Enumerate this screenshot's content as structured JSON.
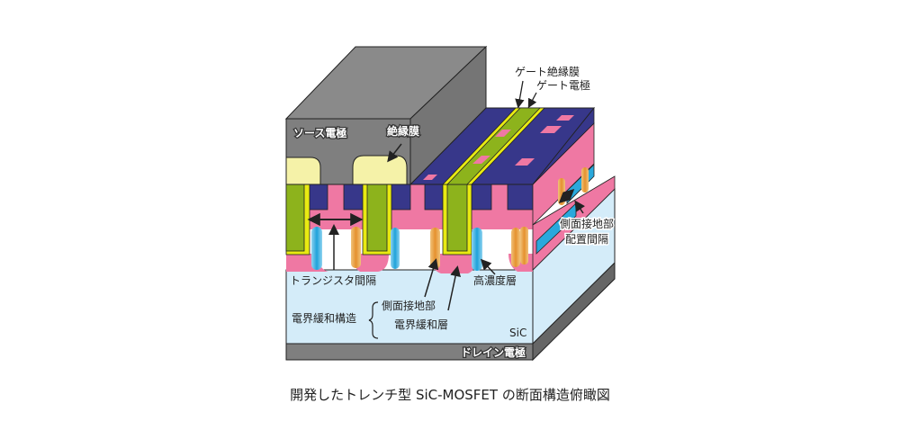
{
  "diagram": {
    "title": "開発したトレンチ型 SiC-MOSFET の断面構造俯瞰図",
    "labels": {
      "source_electrode": "ソース電極",
      "insulating_film": "絶縁膜",
      "gate_insulating_film": "ゲート絶縁膜",
      "gate_electrode": "ゲート電極",
      "side_ground_spacing_line1": "側面接地部",
      "side_ground_spacing_line2": "配置間隔",
      "transistor_spacing": "トランジスタ間隔",
      "high_concentration_layer": "高濃度層",
      "field_relief_structure": "電界緩和構造",
      "side_ground": "側面接地部",
      "field_relief_layer": "電界緩和層",
      "sic": "SiC",
      "drain_electrode": "ドレイン電極"
    },
    "colors": {
      "electrode_gray": "#7f7f7f",
      "insulator_yellow": "#f5f2a8",
      "gate_green": "#8db31c",
      "gate_oxide_yellow": "#e8ea12",
      "n_plus_navy": "#37378a",
      "p_pink": "#ef78a3",
      "sic_lightblue": "#d4ecf9",
      "high_conc_blue": "#2aa8dc",
      "side_ground_orange": "#e69a3a"
    }
  }
}
